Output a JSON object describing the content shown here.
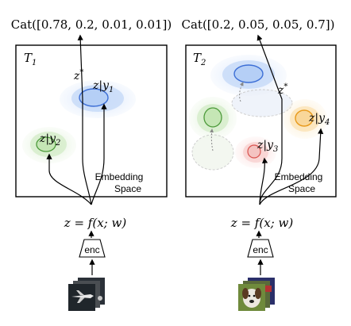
{
  "panels": [
    {
      "id": "left",
      "top_formula": "Cat([0.78, 0.2, 0.01, 0.01])",
      "task_label": "T",
      "task_subscript": "1",
      "query_label": "z",
      "query_sup": "*",
      "blob_labels": [
        {
          "text": "z|y",
          "sub": "1"
        },
        {
          "text": "z|y",
          "sub": "2"
        }
      ],
      "space_label": [
        "Embedding",
        "Space"
      ],
      "encoder_formula": "z = f(x; w)",
      "encoder_label": "enc",
      "image_desc": "airplane-thumbnail"
    },
    {
      "id": "right",
      "top_formula": "Cat([0.2, 0.05, 0.05, 0.7])",
      "task_label": "T",
      "task_subscript": "2",
      "query_label": "z",
      "query_sup": "*",
      "blob_labels": [
        {
          "text": "z|y",
          "sub": "3"
        },
        {
          "text": "z|y",
          "sub": "4"
        }
      ],
      "space_label": [
        "Embedding",
        "Space"
      ],
      "encoder_formula": "z = f(x; w)",
      "encoder_label": "enc",
      "image_desc": "dog-thumbnail"
    }
  ],
  "colors": {
    "blue": "#3d6fd6",
    "green": "#4c9a3a",
    "orange": "#e89a1c",
    "red": "#d9534f"
  }
}
